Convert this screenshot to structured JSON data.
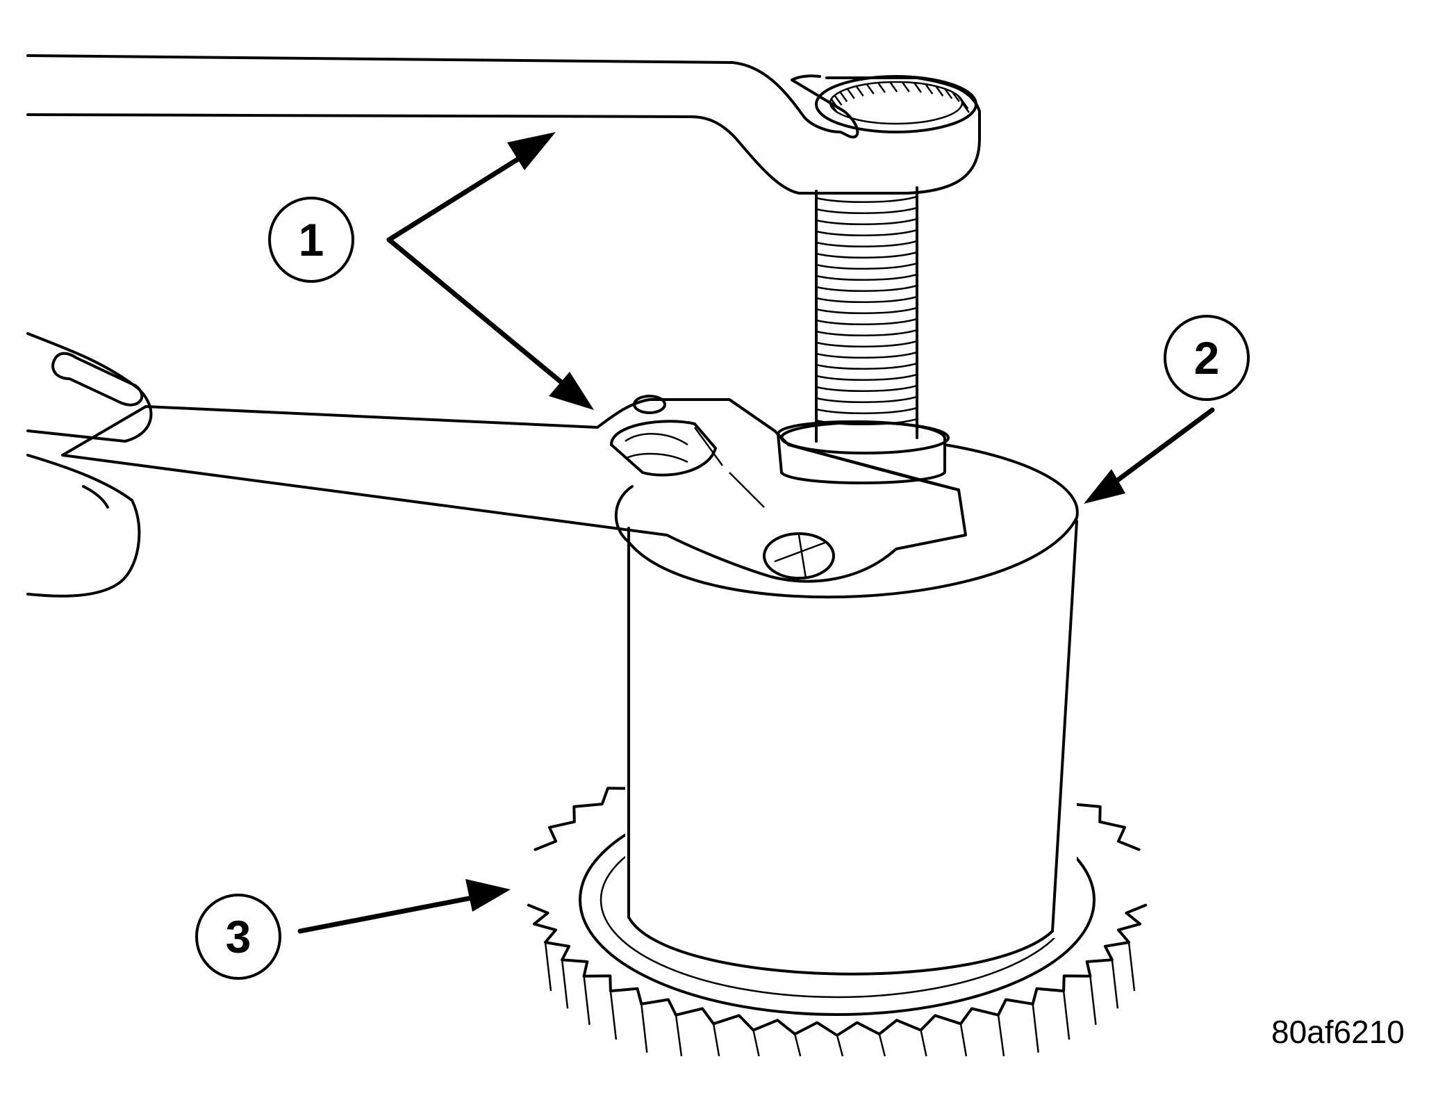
{
  "callouts": [
    {
      "id": "1",
      "label": "1"
    },
    {
      "id": "2",
      "label": "2"
    },
    {
      "id": "3",
      "label": "3"
    }
  ],
  "figure_id": "80af6210",
  "colors": {
    "line": "#000000",
    "background": "#ffffff"
  }
}
